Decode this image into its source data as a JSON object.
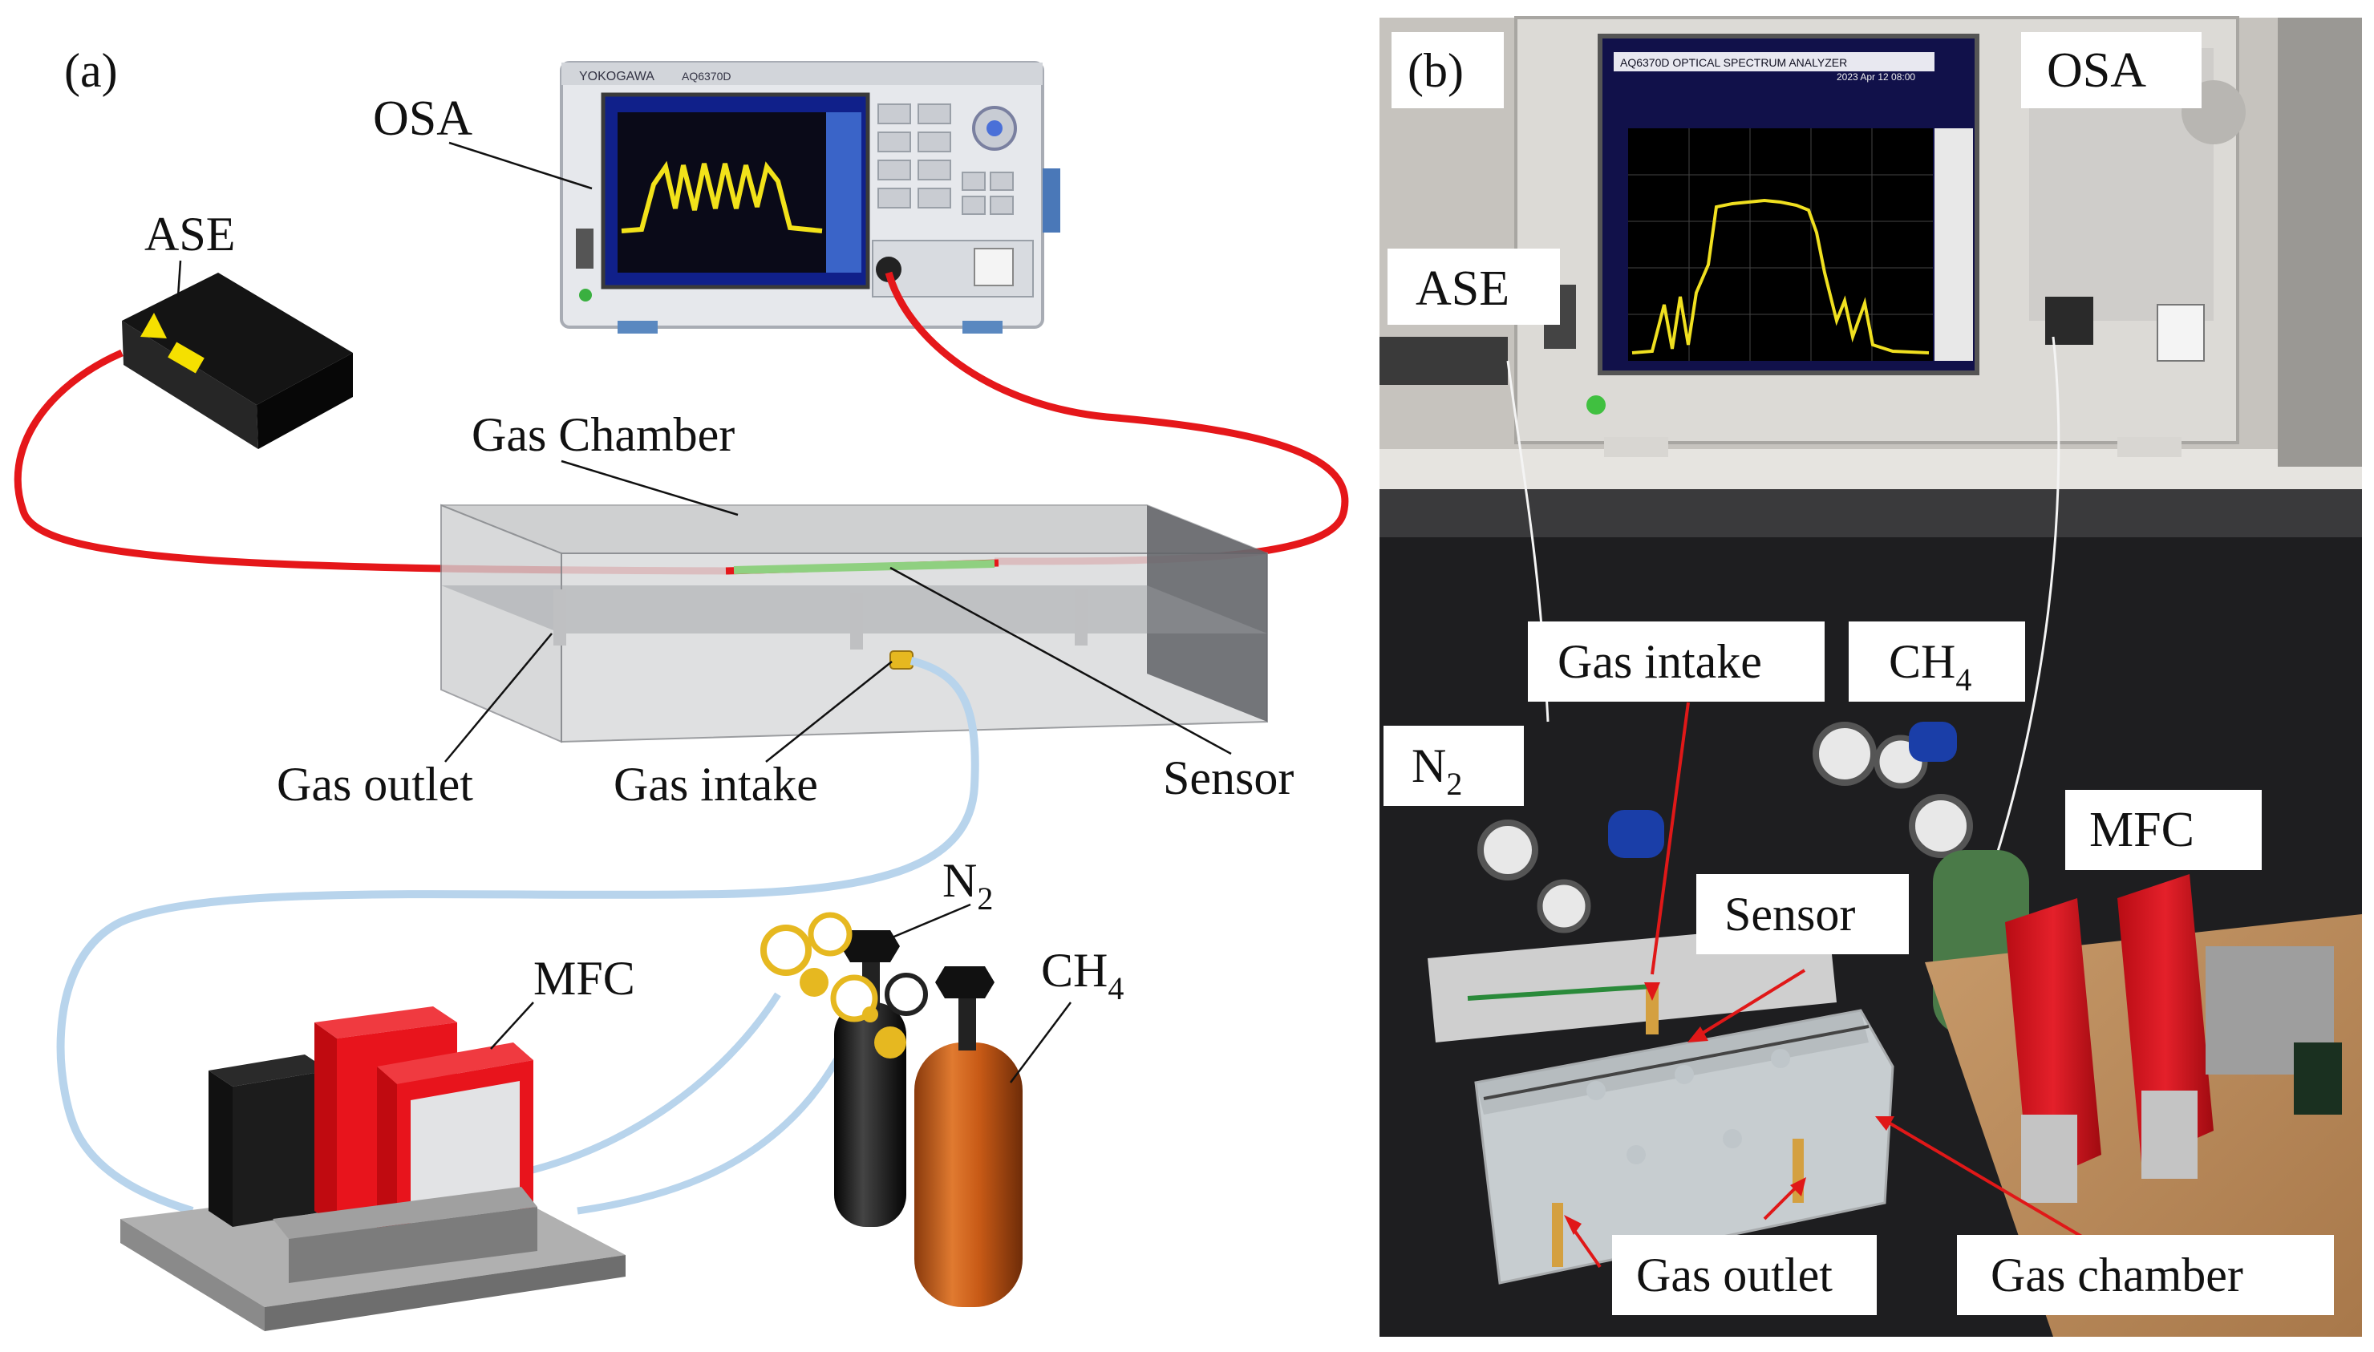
{
  "panel_a": {
    "tag": "(a)",
    "labels": {
      "osa": "OSA",
      "ase": "ASE",
      "gas_chamber": "Gas Chamber",
      "gas_outlet": "Gas outlet",
      "gas_intake": "Gas intake",
      "sensor": "Sensor",
      "mfc": "MFC",
      "n2_main": "N",
      "n2_sub": "2",
      "ch4_main": "CH",
      "ch4_sub": "4"
    },
    "osa_brand": "YOKOGAWA",
    "osa_model": "AQ6370D"
  },
  "panel_b": {
    "tag": "(b)",
    "labels": {
      "osa": "OSA",
      "ase": "ASE",
      "gas_intake": "Gas intake",
      "ch4_main": "CH",
      "ch4_sub": "4",
      "n2_main": "N",
      "n2_sub": "2",
      "mfc": "MFC",
      "sensor": "Sensor",
      "gas_outlet": "Gas outlet",
      "gas_chamber": "Gas chamber"
    },
    "osa_screen_title": "AQ6370D OPTICAL SPECTRUM ANALYZER",
    "osa_screen_date": "2023 Apr 12 08:00"
  },
  "colors": {
    "fiber": "#e5171a",
    "sensor_section": "#8fd080",
    "gas_tube": "#b8d4ec",
    "mfc_red": "#e8141c",
    "cylinder_copper": "#c85a16",
    "regulator_gold": "#e6b820",
    "arrow": "#e01818"
  }
}
